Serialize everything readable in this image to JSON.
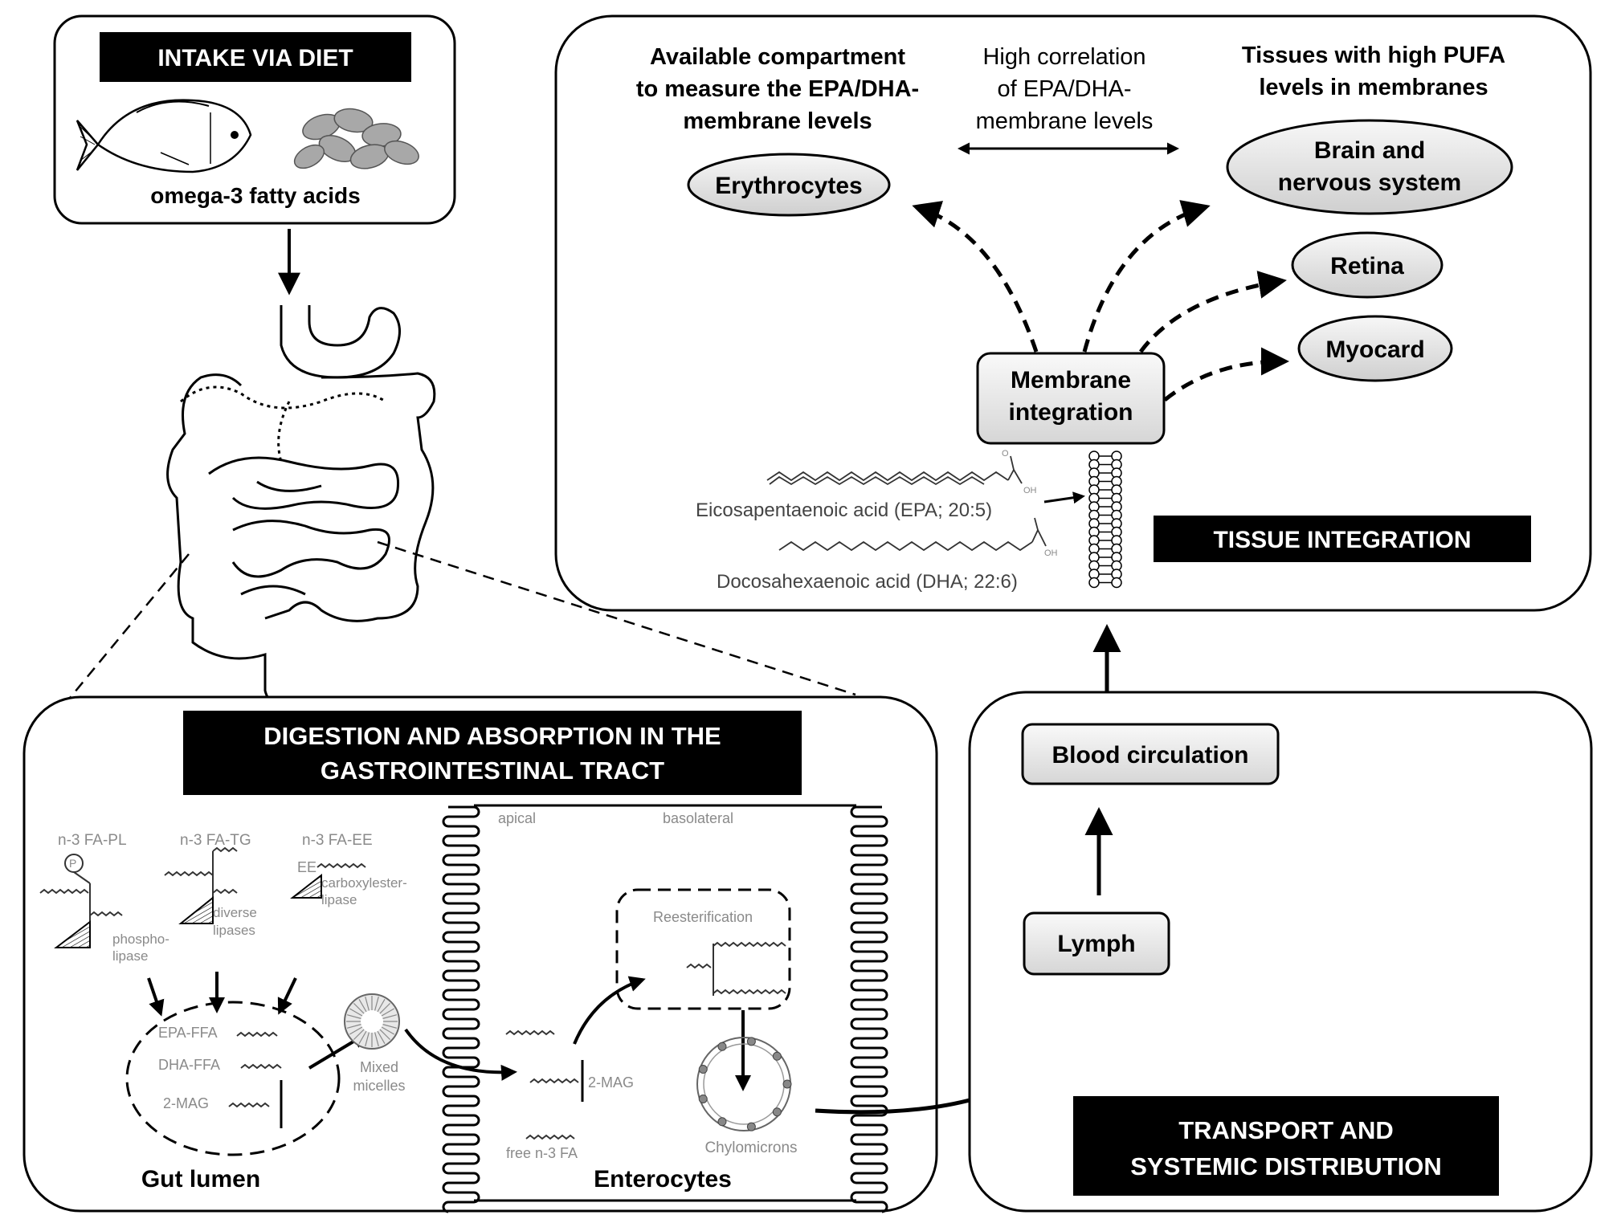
{
  "intake": {
    "title": "INTAKE VIA DIET",
    "caption": "omega-3 fatty acids"
  },
  "tissue": {
    "title": "TISSUE INTEGRATION",
    "available_compartment": [
      "Available compartment",
      "to measure the EPA/DHA-",
      "membrane levels"
    ],
    "high_correlation": [
      "High correlation",
      "of EPA/DHA-",
      "membrane levels"
    ],
    "high_pufa": [
      "Tissues with high PUFA",
      "levels in membranes"
    ],
    "erythrocytes": "Erythrocytes",
    "brain": [
      "Brain and",
      "nervous system"
    ],
    "retina": "Retina",
    "myocard": "Myocard",
    "membrane_integration": [
      "Membrane",
      "integration"
    ],
    "epa_label": "Eicosapentaenoic acid (EPA; 20:5)",
    "dha_label": "Docosahexaenoic acid (DHA; 22:6)",
    "oh": "OH",
    "o": "O"
  },
  "digestion": {
    "title": [
      "DIGESTION AND ABSORPTION IN THE",
      "GASTROINTESTINAL  TRACT"
    ],
    "pl": "n-3 FA-PL",
    "tg": "n-3 FA-TG",
    "ee": "n-3 FA-EE",
    "ee_short": "EE",
    "p": "P",
    "phospholipase": [
      "phospho-",
      "lipase"
    ],
    "diverse_lipases": [
      "diverse",
      "lipases"
    ],
    "carboxylester": [
      "carboxylester-",
      "lipase"
    ],
    "epa_ffa": "EPA-FFA",
    "dha_ffa": "DHA-FFA",
    "mag": "2-MAG",
    "mixed_micelles": [
      "Mixed",
      "micelles"
    ],
    "gut_lumen": "Gut lumen",
    "apical": "apical",
    "basolateral": "basolateral",
    "reesterification": "Reesterification",
    "mag_inside": "2-MAG",
    "free_fa": "free n-3 FA",
    "chylomicrons": "Chylomicrons",
    "enterocytes": "Enterocytes"
  },
  "transport": {
    "title": [
      "TRANSPORT AND",
      "SYSTEMIC DISTRIBUTION"
    ],
    "blood": "Blood circulation",
    "lymph": "Lymph"
  }
}
